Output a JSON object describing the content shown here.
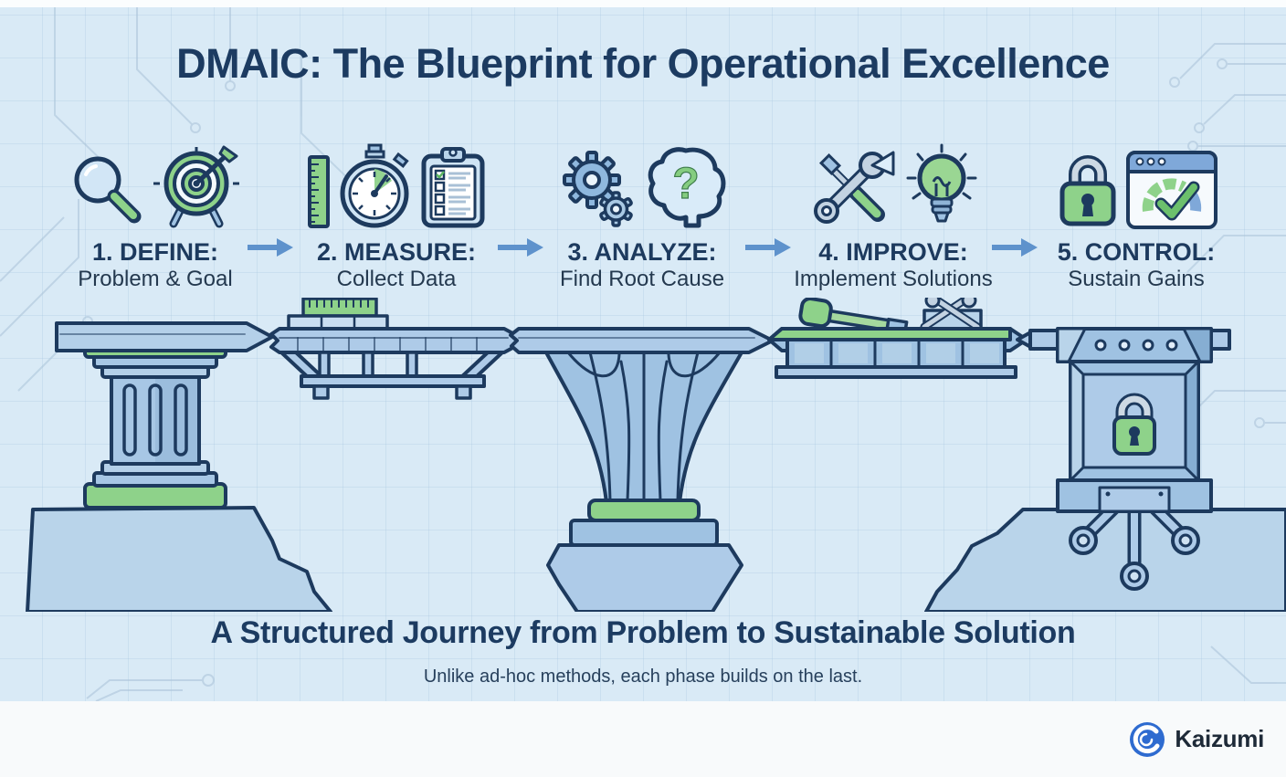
{
  "title": "DMAIC: The Blueprint for Operational Excellence",
  "phases": [
    {
      "name": "1. DEFINE:",
      "subtitle": "Problem & Goal",
      "icons": [
        "magnifier-icon",
        "target-icon"
      ]
    },
    {
      "name": "2. MEASURE:",
      "subtitle": "Collect Data",
      "icons": [
        "ruler-icon",
        "stopwatch-icon",
        "clipboard-icon"
      ]
    },
    {
      "name": "3. ANALYZE:",
      "subtitle": "Find Root Cause",
      "icons": [
        "gears-icon",
        "brain-question-icon"
      ]
    },
    {
      "name": "4. IMPROVE:",
      "subtitle": "Implement Solutions",
      "icons": [
        "crossed-tools-icon",
        "lightbulb-icon"
      ]
    },
    {
      "name": "5. CONTROL:",
      "subtitle": "Sustain Gains",
      "icons": [
        "padlock-icon",
        "gauge-window-icon"
      ]
    }
  ],
  "headline": "A Structured Journey from Problem to Sustainable Solution",
  "subtext": "Unlike ad-hoc methods, each phase builds on the last.",
  "brand": {
    "name": "Kaizumi"
  },
  "colors": {
    "background": "#d9eaf6",
    "navy_text": "#1c3b61",
    "outline_navy": "#1d3a5e",
    "accent_green": "#8ed28a",
    "arrow_blue": "#5e92cc",
    "bridge_blue": "#a7c7e5",
    "footer_bg": "#f8fafb",
    "brand_blue": "#2e6bd0"
  }
}
